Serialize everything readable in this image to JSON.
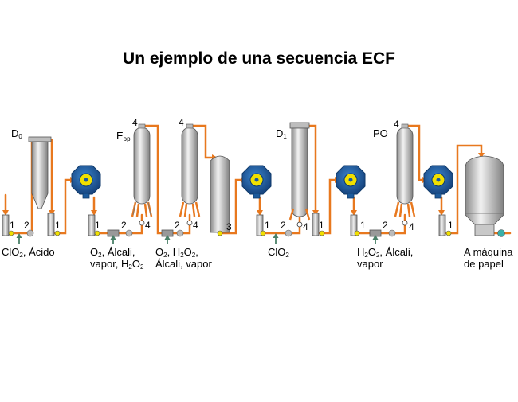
{
  "title": "Un ejemplo de una secuencia ECF",
  "stages": {
    "d0": {
      "name": "D",
      "sub": "0"
    },
    "eop": {
      "name": "E",
      "sub": "op"
    },
    "d1": {
      "name": "D",
      "sub": "1"
    },
    "po": {
      "name": "PO"
    }
  },
  "step_numbers": {
    "one": "1",
    "two": "2",
    "three": "3",
    "four": "4"
  },
  "chemicals": {
    "d0": {
      "pre": "ClO",
      "sub": "2",
      "post": ", Ácido"
    },
    "eop1": {
      "line1_a": "O",
      "line1_sub": "2",
      "line1_b": ", Álcali,",
      "line2_a": "vapor, H",
      "line2_sub1": "2",
      "line2_b": "O",
      "line2_sub2": "2"
    },
    "eop2": {
      "line1_a": "O",
      "line1_sub1": "2",
      "line1_b": ", H",
      "line1_sub2": "2",
      "line1_c": "O",
      "line1_sub3": "2",
      "line1_d": ",",
      "line2": "Álcali, vapor"
    },
    "d1": {
      "pre": "ClO",
      "sub": "2"
    },
    "po": {
      "line1_a": "H",
      "line1_sub1": "2",
      "line1_b": "O",
      "line1_sub2": "2",
      "line1_c": ", Álcali,",
      "line2": "vapor"
    },
    "out": {
      "line1": "A máquina",
      "line2": "de papel"
    }
  },
  "colors": {
    "pipe": "#e8781e",
    "vessel_light": "#e8e8e8",
    "vessel_dark": "#8a8a8a",
    "pump_blue": "#1c5a9c",
    "pump_dark": "#0f3a6b",
    "pump_yellow": "#f0e000",
    "valve_yellow": "#f0e000",
    "chem_arrow": "#4a8068",
    "mixer_green": "#3ab0a8"
  }
}
